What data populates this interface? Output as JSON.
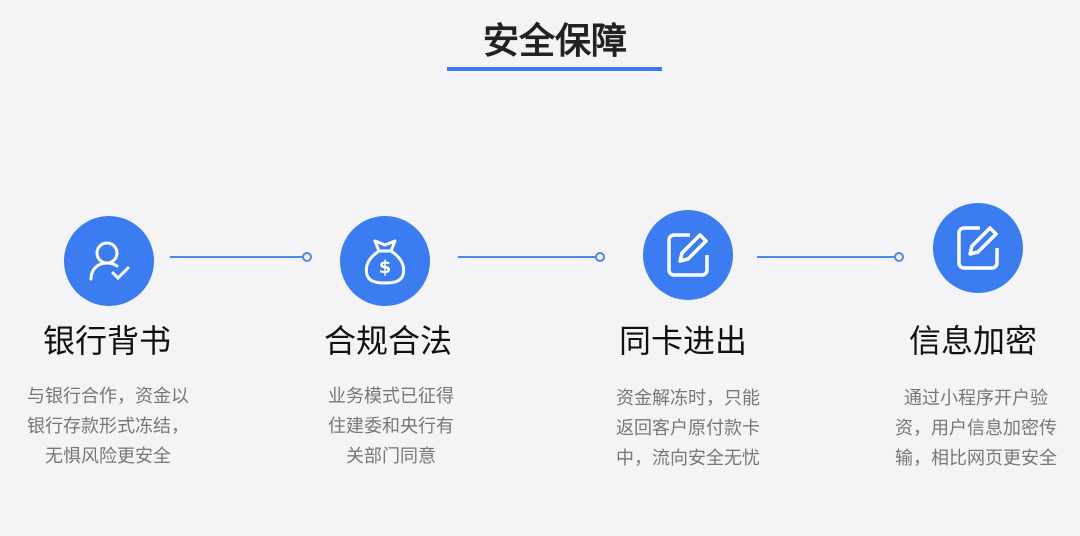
{
  "title": "安全保障",
  "accent": "#3b7cf0",
  "features": [
    {
      "icon": "user-check-icon",
      "title": "银行背书",
      "lines": [
        "与银行合作，资金以",
        "银行存款形式冻结，",
        "无惧风险更安全"
      ]
    },
    {
      "icon": "money-bag-icon",
      "title": "合规合法",
      "lines": [
        "业务模式已征得",
        "住建委和央行有",
        "关部门同意"
      ]
    },
    {
      "icon": "edit-icon",
      "title": "同卡进出",
      "lines": [
        "资金解冻时，只能",
        "返回客户原付款卡",
        "中，流向安全无忧"
      ]
    },
    {
      "icon": "edit-icon",
      "title": "信息加密",
      "lines": [
        "通过小程序开户验",
        "资，用户信息加密传",
        "输，相比网页更安全"
      ]
    }
  ]
}
